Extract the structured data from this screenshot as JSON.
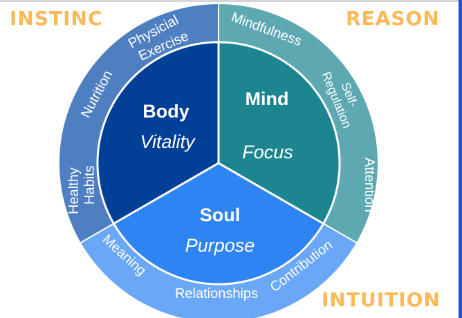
{
  "corners": {
    "top_left": "INSTINC",
    "top_right": "REASON",
    "bottom_right": "INTUITION"
  },
  "colors": {
    "corner_text": "#fbb957",
    "body_inner": "#023f97",
    "body_outer": "#4e7fc0",
    "mind_inner": "#1d858f",
    "mind_outer": "#5ea8b2",
    "soul_inner": "#2e84f3",
    "soul_outer": "#6aa7f6"
  },
  "segments": [
    {
      "id": "body",
      "title": "Body",
      "subtitle": "Vitality",
      "outer_items": [
        "Physicial Exercise",
        "Nutrition",
        "Healthy Habits"
      ]
    },
    {
      "id": "mind",
      "title": "Mind",
      "subtitle": "Focus",
      "outer_items": [
        "Mindfulness",
        "Self-Regulation",
        "Attention"
      ]
    },
    {
      "id": "soul",
      "title": "Soul",
      "subtitle": "Purpose",
      "outer_items": [
        "Meaning",
        "Relationships",
        "Contribution"
      ]
    }
  ],
  "labels": {
    "physical_1": "Physicial",
    "physical_2": "Exercise",
    "nutrition": "Nutrition",
    "healthy_1": "Healthy",
    "healthy_2": "Habits",
    "mindfulness": "Mindfulness",
    "selfreg_1": "Self-",
    "selfreg_2": "Regulation",
    "attention": "Attention",
    "meaning": "Meaning",
    "relationships": "Relationships",
    "contribution": "Contribution"
  }
}
